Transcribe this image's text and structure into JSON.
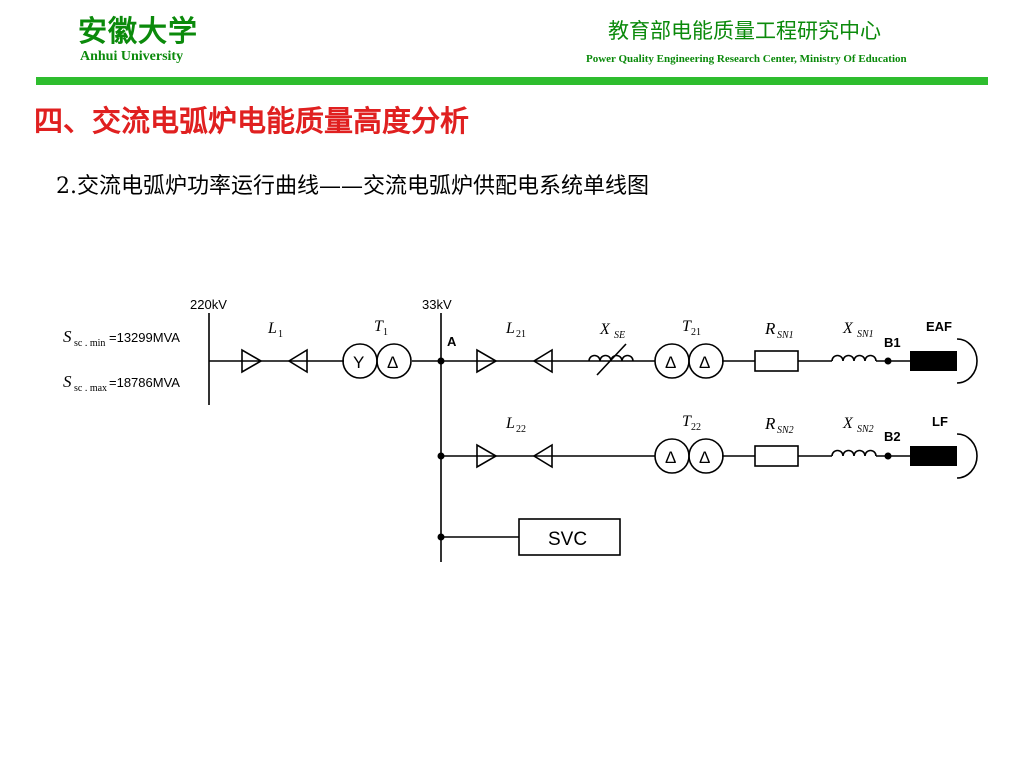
{
  "header": {
    "univ_cn": "安徽大学",
    "univ_en": "Anhui University",
    "center_cn": "教育部电能质量工程研究中心",
    "center_en": "Power Quality Engineering Research Center, Ministry Of Education"
  },
  "slide": {
    "title": "四、交流电弧炉电能质量高度分析",
    "subtitle": "2.交流电弧炉功率运行曲线——交流电弧炉供配电系统单线图"
  },
  "diagram": {
    "hv_bus": "220kV",
    "mv_bus": "33kV",
    "node_a": "A",
    "ssc_min_sym": "S",
    "ssc_min_sub": "sc . min",
    "ssc_min_val": "=13299MVA",
    "ssc_max_sym": "S",
    "ssc_max_sub": "sc . max",
    "ssc_max_val": "=18786MVA",
    "l1_sym": "L",
    "l1_sub": "1",
    "t1_sym": "T",
    "t1_sub": "1",
    "t1_y": "Y",
    "t1_d": "Δ",
    "l21_sym": "L",
    "l21_sub": "21",
    "xse_sym": "X",
    "xse_sub": "SE",
    "t21_sym": "T",
    "t21_sub": "21",
    "t21_d1": "Δ",
    "t21_d2": "Δ",
    "rsn1_sym": "R",
    "rsn1_sub": "SN1",
    "xsn1_sym": "X",
    "xsn1_sub": "SN1",
    "b1": "B1",
    "eaf": "EAF",
    "l22_sym": "L",
    "l22_sub": "22",
    "t22_sym": "T",
    "t22_sub": "22",
    "t22_d1": "Δ",
    "t22_d2": "Δ",
    "rsn2_sym": "R",
    "rsn2_sub": "SN2",
    "xsn2_sym": "X",
    "xsn2_sub": "SN2",
    "b2": "B2",
    "lf": "LF",
    "svc": "SVC"
  }
}
